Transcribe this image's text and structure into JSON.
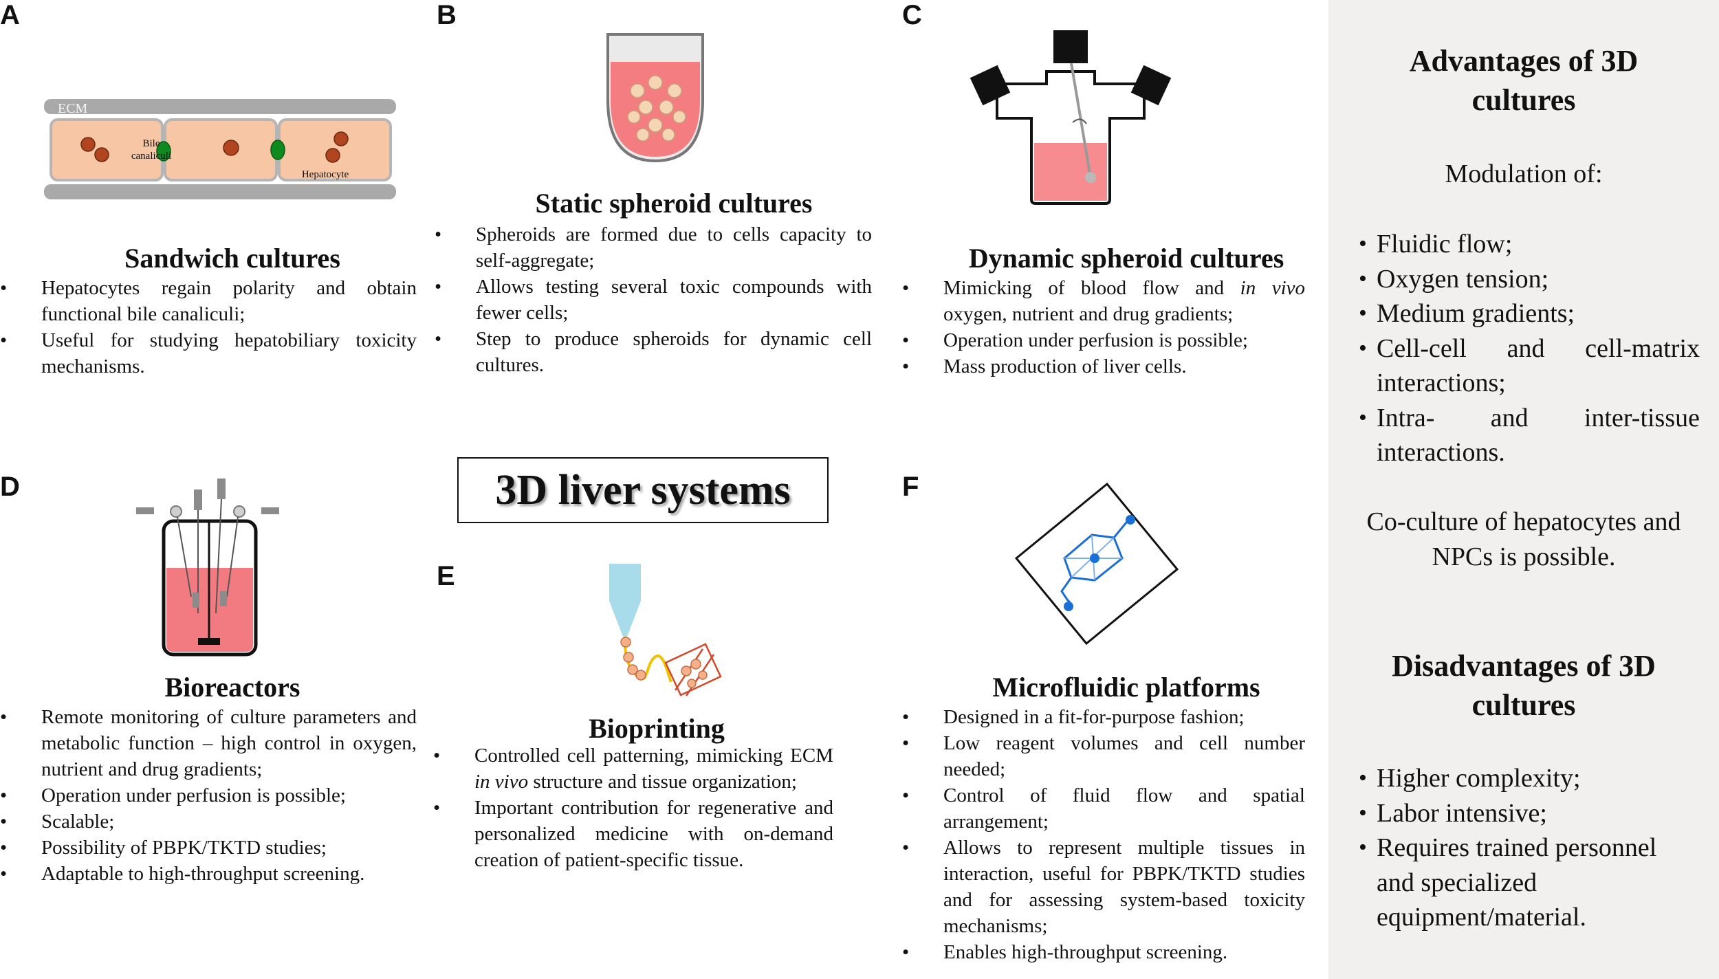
{
  "center_title": "3D liver systems",
  "panels": {
    "a": {
      "letter": "A",
      "title": "Sandwich cultures",
      "bullets": [
        "Hepatocytes regain polarity and obtain functional bile canaliculi;",
        "Useful for studying hepatobiliary toxicity mechanisms."
      ],
      "labels": {
        "ecm": "ECM",
        "bile1": "Bile",
        "bile2": "canaliculi",
        "hepatocyte": "Hepatocyte"
      }
    },
    "b": {
      "letter": "B",
      "title": "Static spheroid cultures",
      "bullets": [
        "Spheroids are formed due to cells capacity to self-aggregate;",
        "Allows testing several toxic compounds with fewer cells;",
        "Step to produce spheroids for dynamic cell cultures."
      ]
    },
    "c": {
      "letter": "C",
      "title": "Dynamic spheroid cultures",
      "bullet1_a": "Mimicking of blood flow and ",
      "bullet1_em": "in vivo",
      "bullet1_b": " oxygen, nutrient and drug gradients;",
      "bullets": [
        "Operation under perfusion is possible;",
        "Mass production of liver cells."
      ]
    },
    "d": {
      "letter": "D",
      "title": "Bioreactors",
      "bullets": [
        "Remote monitoring of culture parameters and metabolic function – high control in oxygen, nutrient and drug gradients;",
        "Operation under perfusion is possible;",
        "Scalable;",
        "Possibility of PBPK/TKTD studies;",
        "Adaptable to high-throughput screening."
      ]
    },
    "e": {
      "letter": "E",
      "title": "Bioprinting",
      "bullet1_a": "Controlled cell patterning, mimicking ECM ",
      "bullet1_em": "in vivo",
      "bullet1_b": " structure and tissue organization;",
      "bullets": [
        "Important contribution for regenerative and personalized medicine with on-demand creation of patient-specific tissue."
      ]
    },
    "f": {
      "letter": "F",
      "title": "Microfluidic platforms",
      "bullets": [
        "Designed in a fit-for-purpose fashion;",
        "Low reagent volumes and cell number needed;",
        "Control of fluid flow and spatial arrangement;",
        "Allows to represent multiple tissues in interaction, useful for PBPK/TKTD studies and for assessing system-based toxicity mechanisms;",
        "Enables high-throughput screening."
      ]
    }
  },
  "sidebar": {
    "adv_title": "Advantages of 3D cultures",
    "modulation": "Modulation of:",
    "adv_items": [
      "Fluidic flow;",
      "Oxygen tension;",
      "Medium gradients;",
      "Cell-cell and cell-matrix interactions;",
      "Intra- and inter-tissue interactions."
    ],
    "coculture": "Co-culture of hepatocytes and NPCs is possible.",
    "disadv_title": "Disadvantages of 3D cultures",
    "disadv_items": [
      "Higher complexity;",
      "Labor intensive;",
      "Requires trained personnel and specialized equipment/material."
    ]
  },
  "colors": {
    "cell_fill": "#f7c7a5",
    "medium_pink": "#f6737b",
    "microfluidic_blue": "#1a6fd6",
    "sidebar_bg": "#f1f0ee"
  }
}
